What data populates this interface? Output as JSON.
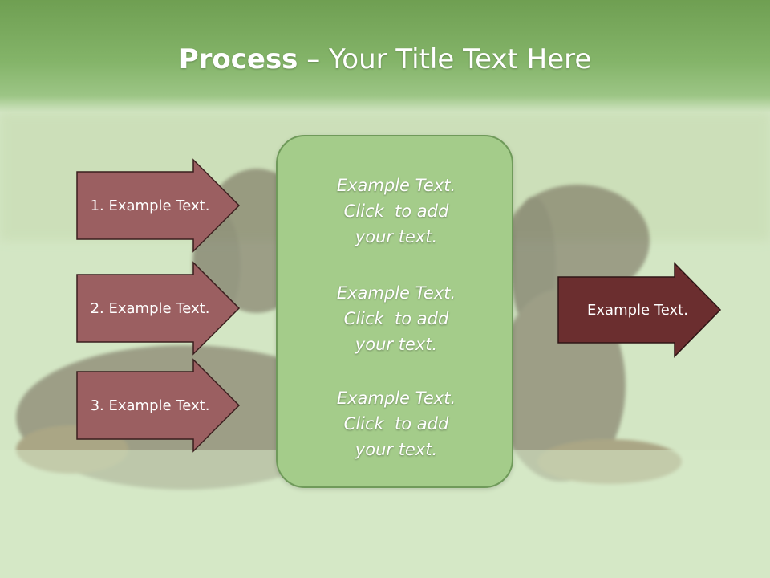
{
  "title": {
    "bold": "Process",
    "rest": " – Your Title Text Here"
  },
  "left_arrows": [
    {
      "label": "1. Example Text."
    },
    {
      "label": "2. Example Text."
    },
    {
      "label": "3. Example Text."
    }
  ],
  "center_box": {
    "paragraphs": [
      {
        "lines": [
          "Example Text.",
          "Click  to add",
          "your text."
        ]
      },
      {
        "lines": [
          "Example Text.",
          "Click  to add",
          "your text."
        ]
      },
      {
        "lines": [
          "Example Text.",
          "Click  to add",
          "your text."
        ]
      }
    ]
  },
  "right_arrow": {
    "label": "Example Text."
  },
  "colors": {
    "title_band": "#7aab5d",
    "left_arrow_fill": "#9b5f61",
    "right_arrow_fill": "#6b2e2f",
    "arrow_stroke": "#3a1e1e",
    "center_box_fill": "#a4cc8a"
  },
  "background_image": "dog-on-grass-photo"
}
